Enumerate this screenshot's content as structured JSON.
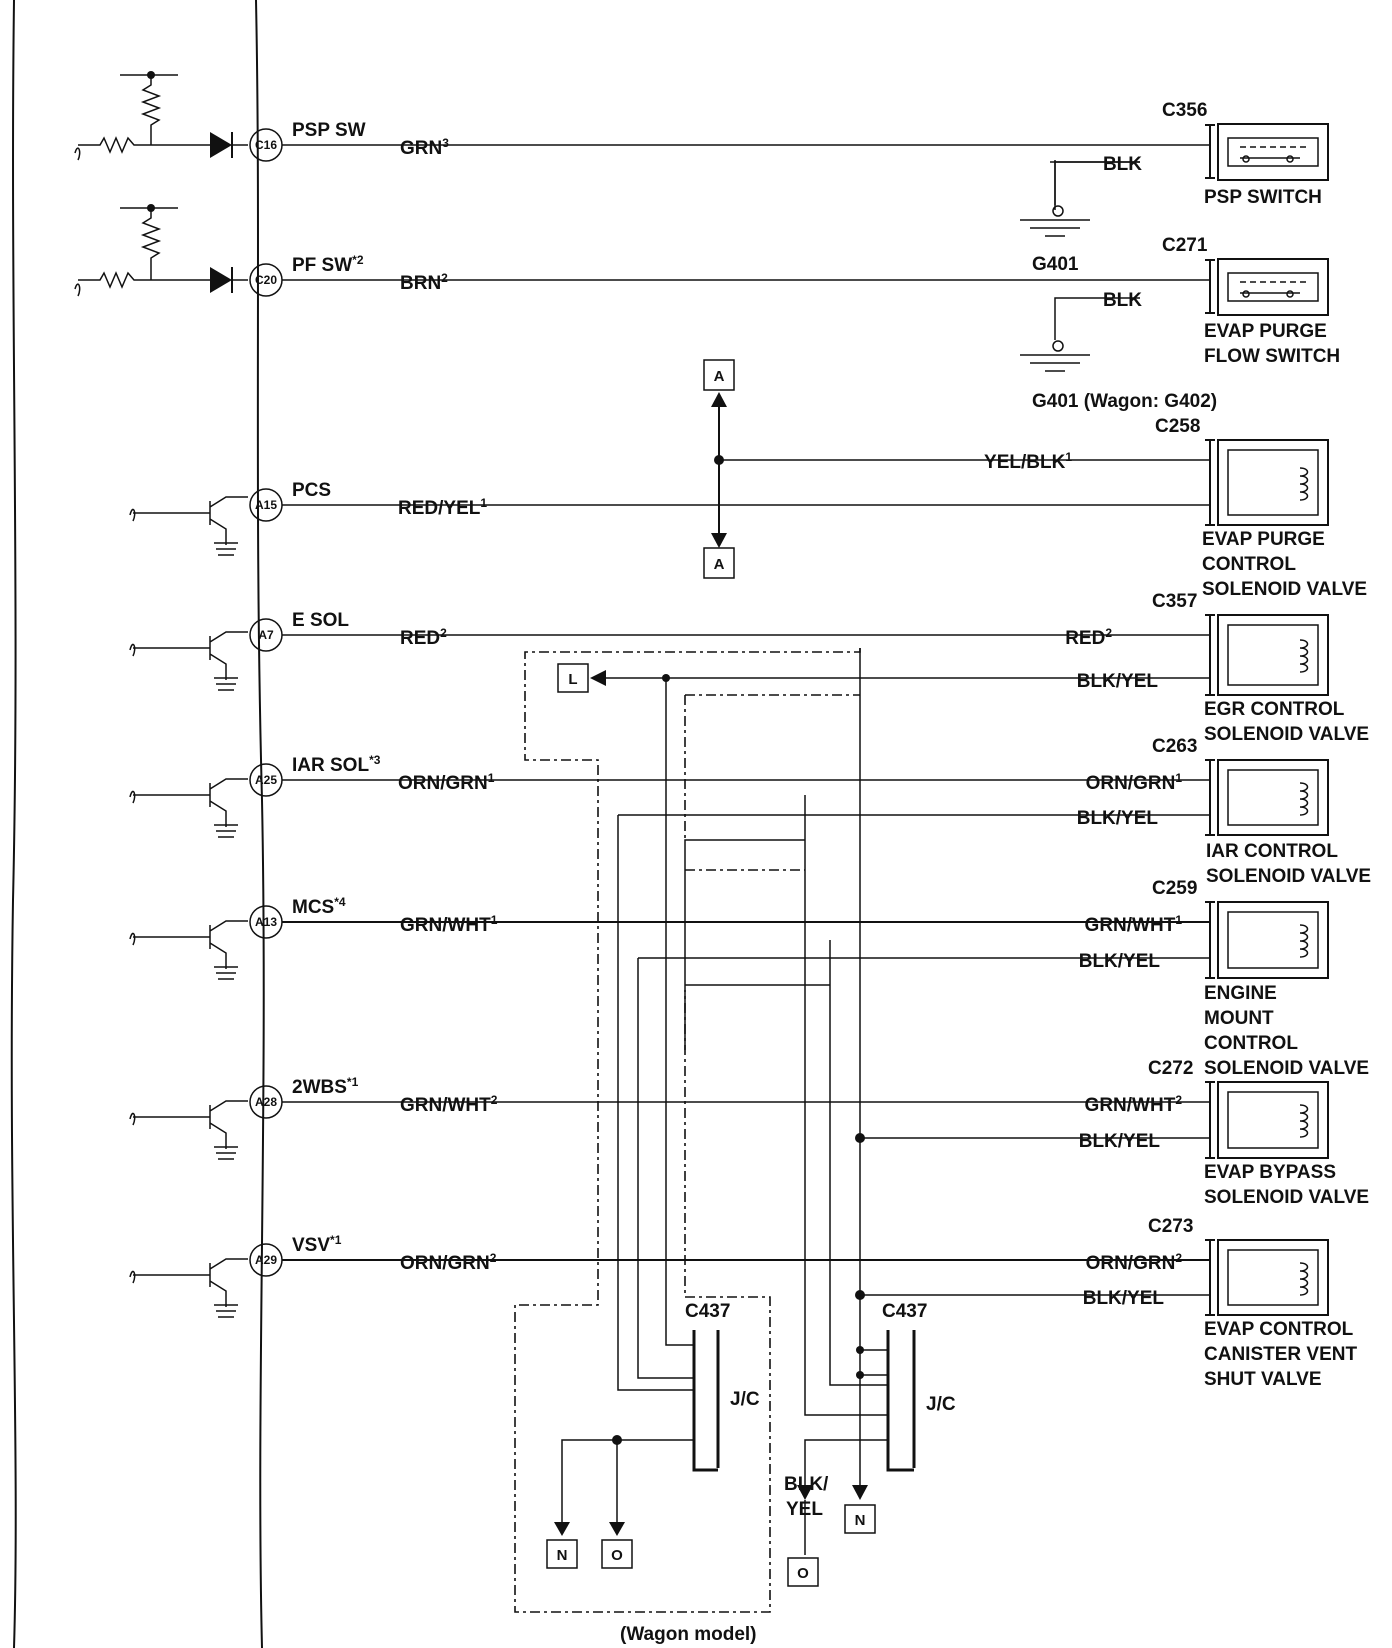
{
  "ecm_pins": [
    {
      "pin": "C16",
      "signal": "PSP SW",
      "wire": "GRN",
      "wire_sup": "3"
    },
    {
      "pin": "C20",
      "signal": "PF SW",
      "signal_sup": "*2",
      "wire": "BRN",
      "wire_sup": "2"
    },
    {
      "pin": "A15",
      "signal": "PCS",
      "wire": "RED/YEL",
      "wire_sup": "1"
    },
    {
      "pin": "A7",
      "signal": "E SOL",
      "wire": "RED",
      "wire_sup": "2"
    },
    {
      "pin": "A25",
      "signal": "IAR SOL",
      "signal_sup": "*3",
      "wire": "ORN/GRN",
      "wire_sup": "1"
    },
    {
      "pin": "A13",
      "signal": "MCS",
      "signal_sup": "*4",
      "wire": "GRN/WHT",
      "wire_sup": "1"
    },
    {
      "pin": "A28",
      "signal": "2WBS",
      "signal_sup": "*1",
      "wire": "GRN/WHT",
      "wire_sup": "2"
    },
    {
      "pin": "A29",
      "signal": "VSV",
      "signal_sup": "*1",
      "wire": "ORN/GRN",
      "wire_sup": "2"
    }
  ],
  "components": [
    {
      "connector": "C356",
      "ground_wire": "BLK",
      "name_lines": [
        "PSP SWITCH"
      ]
    },
    {
      "connector": "C271",
      "ground_wire": "BLK",
      "name_lines": [
        "EVAP PURGE",
        "FLOW SWITCH"
      ]
    },
    {
      "connector": "C258",
      "wire2": "YEL/BLK",
      "wire2_sup": "1",
      "name_lines": [
        "EVAP PURGE",
        "CONTROL",
        "SOLENOID VALVE"
      ]
    },
    {
      "connector": "C357",
      "wire1": "RED",
      "wire1_sup": "2",
      "wire2": "BLK/YEL",
      "name_lines": [
        "EGR CONTROL",
        "SOLENOID VALVE"
      ]
    },
    {
      "connector": "C263",
      "wire1": "ORN/GRN",
      "wire1_sup": "1",
      "wire2": "BLK/YEL",
      "name_lines": [
        "IAR CONTROL",
        "SOLENOID VALVE"
      ]
    },
    {
      "connector": "C259",
      "wire1": "GRN/WHT",
      "wire1_sup": "1",
      "wire2": "BLK/YEL",
      "name_lines": [
        "ENGINE",
        "MOUNT",
        "CONTROL",
        "SOLENOID VALVE"
      ]
    },
    {
      "connector": "C272",
      "wire1": "GRN/WHT",
      "wire1_sup": "2",
      "wire2": "BLK/YEL",
      "name_lines": [
        "EVAP BYPASS",
        "SOLENOID VALVE"
      ]
    },
    {
      "connector": "C273",
      "wire1": "ORN/GRN",
      "wire1_sup": "2",
      "wire2": "BLK/YEL",
      "name_lines": [
        "EVAP CONTROL",
        "CANISTER VENT",
        "SHUT VALVE"
      ]
    }
  ],
  "grounds": [
    "G401",
    "G401 (Wagon: G402)"
  ],
  "junction": {
    "connector": "C437",
    "name": "J/C"
  },
  "bottom_wire": [
    "BLK/",
    "YEL"
  ],
  "wagon_note": "(Wagon model)",
  "refs": {
    "a": "A",
    "l": "L",
    "n": "N",
    "o": "O"
  }
}
